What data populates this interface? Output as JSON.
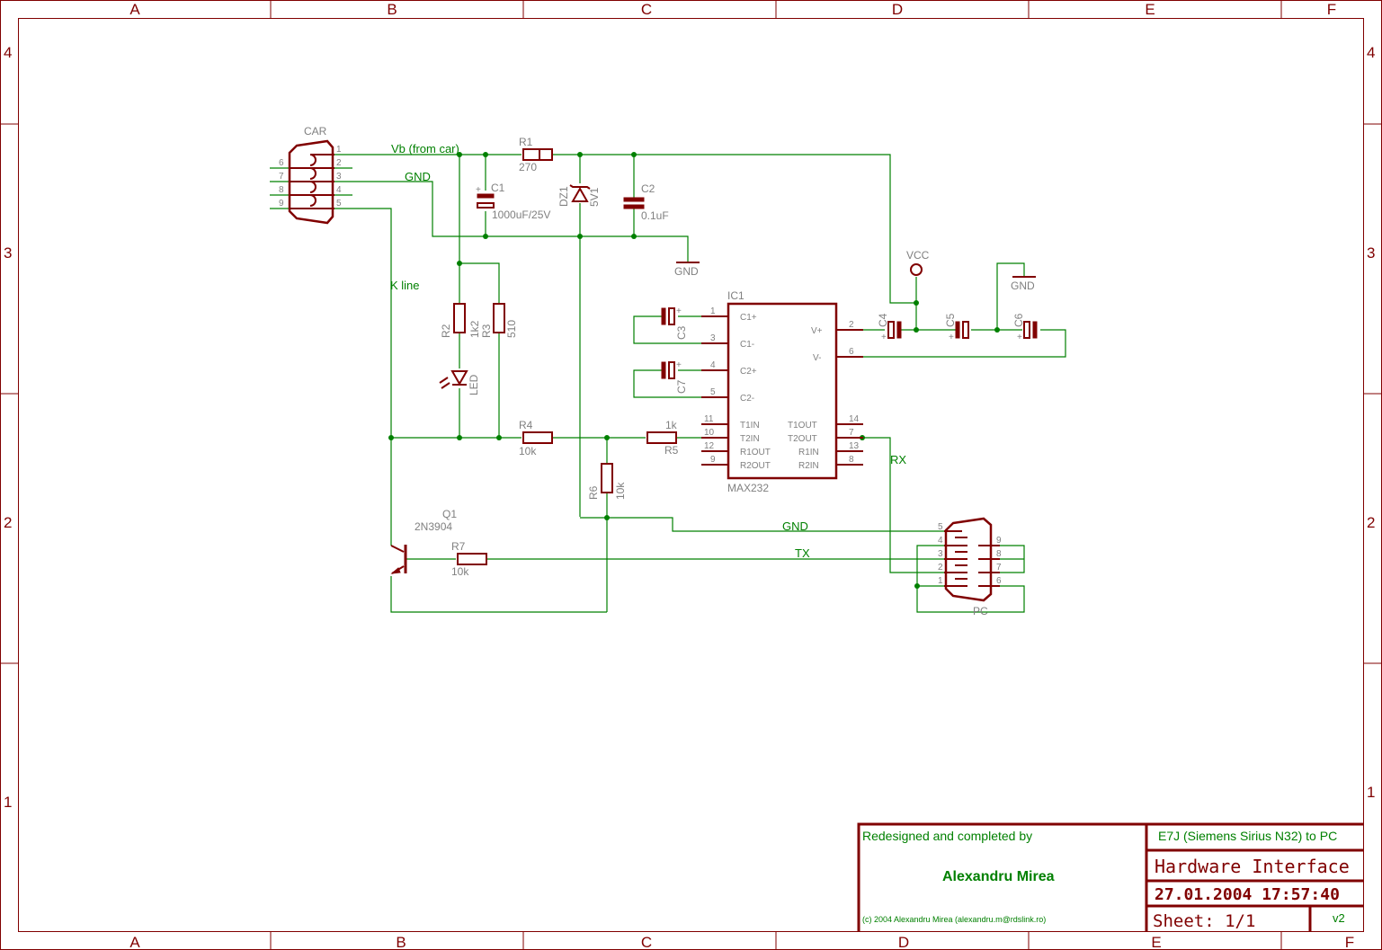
{
  "frame": {
    "columns": [
      "A",
      "B",
      "C",
      "D",
      "E",
      "F"
    ],
    "rows": [
      "4",
      "3",
      "2",
      "1"
    ]
  },
  "connectors": {
    "car": {
      "name": "CAR",
      "pins": [
        "1",
        "2",
        "3",
        "4",
        "5",
        "6",
        "7",
        "8",
        "9"
      ]
    },
    "pc": {
      "name": "PC",
      "pins": [
        "1",
        "2",
        "3",
        "4",
        "5",
        "6",
        "7",
        "8",
        "9"
      ]
    }
  },
  "components": {
    "r1": {
      "name": "R1",
      "value": "270"
    },
    "r2": {
      "name": "R2",
      "value": "1k2"
    },
    "r3": {
      "name": "R3",
      "value": "510"
    },
    "r4": {
      "name": "R4",
      "value": "10k"
    },
    "r5": {
      "name": "R5",
      "value": "1k"
    },
    "r6": {
      "name": "R6",
      "value": "10k"
    },
    "r7": {
      "name": "R7",
      "value": "10k"
    },
    "c1": {
      "name": "C1",
      "value": "1000uF/25V"
    },
    "c2": {
      "name": "C2",
      "value": "0.1uF"
    },
    "c3": {
      "name": "C3"
    },
    "c4": {
      "name": "C4"
    },
    "c5": {
      "name": "C5"
    },
    "c6": {
      "name": "C6"
    },
    "c7": {
      "name": "C7"
    },
    "dz1": {
      "name": "DZ1",
      "value": "5V1"
    },
    "led": {
      "name": "LED"
    },
    "q1": {
      "name": "Q1",
      "value": "2N3904"
    },
    "ic1": {
      "name": "IC1",
      "value": "MAX232",
      "left_pins": [
        {
          "num": "1",
          "label": "C1+"
        },
        {
          "num": "3",
          "label": "C1-"
        },
        {
          "num": "4",
          "label": "C2+"
        },
        {
          "num": "5",
          "label": "C2-"
        },
        {
          "num": "11",
          "label": "T1IN"
        },
        {
          "num": "10",
          "label": "T2IN"
        },
        {
          "num": "12",
          "label": "R1OUT"
        },
        {
          "num": "9",
          "label": "R2OUT"
        }
      ],
      "right_pins": [
        {
          "num": "2",
          "label": "V+"
        },
        {
          "num": "6",
          "label": "V-"
        },
        {
          "num": "14",
          "label": "T1OUT"
        },
        {
          "num": "7",
          "label": "T2OUT"
        },
        {
          "num": "13",
          "label": "R1IN"
        },
        {
          "num": "8",
          "label": "R2IN"
        }
      ]
    }
  },
  "nets": {
    "vb": "Vb (from car)",
    "gnd_top": "GND",
    "gnd_sym": "GND",
    "gnd_sym2": "GND",
    "kline": "K line",
    "vcc": "VCC",
    "gnd_mid": "GND",
    "tx": "TX",
    "rx": "RX"
  },
  "plus": "+",
  "title_block": {
    "credit": "Redesigned and completed by",
    "author": "Alexandru Mirea",
    "copyright": "(c) 2004 Alexandru Mirea (alexandru.m@rdslink.ro)",
    "project": "E7J (Siemens Sirius N32) to PC",
    "title": "Hardware Interface",
    "datetime": "27.01.2004 17:57:40",
    "sheet": "Sheet: 1/1",
    "rev": "v2"
  }
}
